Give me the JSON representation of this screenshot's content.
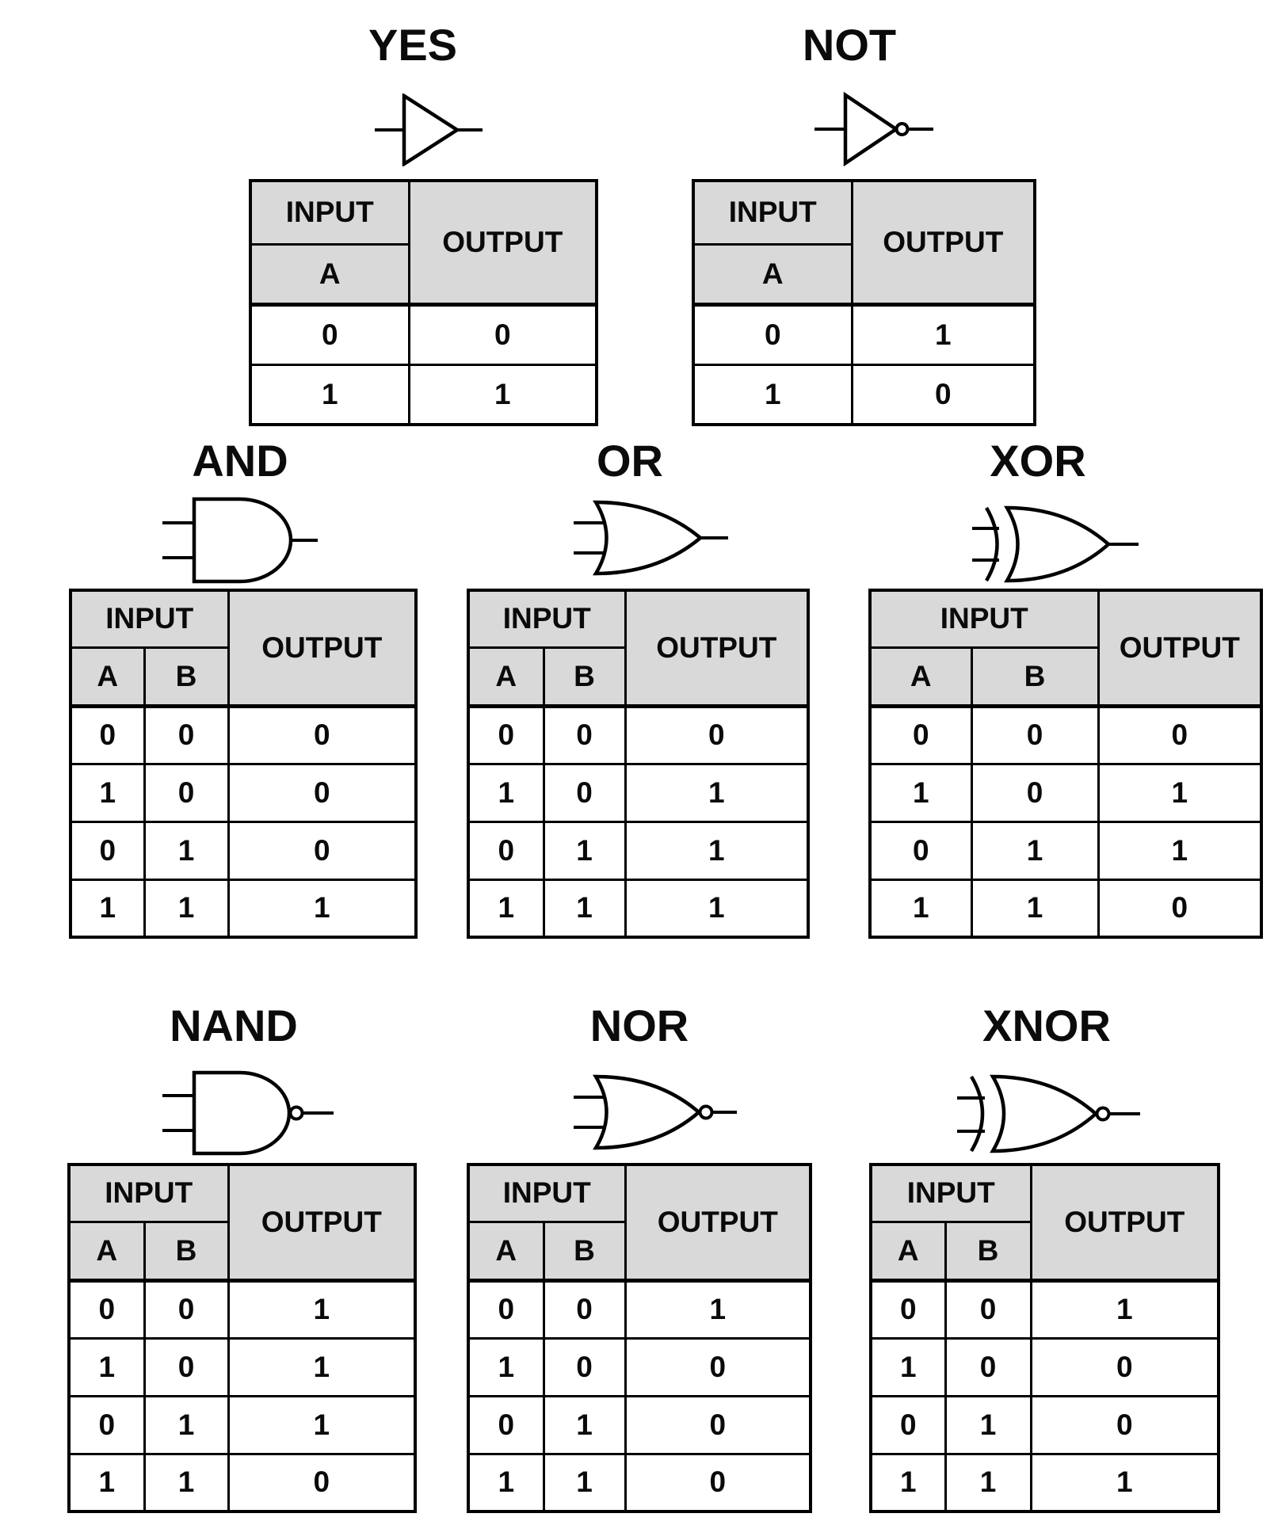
{
  "labels": {
    "input": "INPUT",
    "output": "OUTPUT"
  },
  "colors": {
    "header_bg": "#d9d9d9",
    "border": "#000000",
    "background": "#ffffff",
    "text": "#000000"
  },
  "gates": [
    {
      "name": "YES",
      "icon": "buffer-gate-icon",
      "inputs": [
        "A"
      ],
      "rows": [
        [
          "0",
          "0"
        ],
        [
          "1",
          "1"
        ]
      ]
    },
    {
      "name": "NOT",
      "icon": "not-gate-icon",
      "inputs": [
        "A"
      ],
      "rows": [
        [
          "0",
          "1"
        ],
        [
          "1",
          "0"
        ]
      ]
    },
    {
      "name": "AND",
      "icon": "and-gate-icon",
      "inputs": [
        "A",
        "B"
      ],
      "rows": [
        [
          "0",
          "0",
          "0"
        ],
        [
          "1",
          "0",
          "0"
        ],
        [
          "0",
          "1",
          "0"
        ],
        [
          "1",
          "1",
          "1"
        ]
      ]
    },
    {
      "name": "OR",
      "icon": "or-gate-icon",
      "inputs": [
        "A",
        "B"
      ],
      "rows": [
        [
          "0",
          "0",
          "0"
        ],
        [
          "1",
          "0",
          "1"
        ],
        [
          "0",
          "1",
          "1"
        ],
        [
          "1",
          "1",
          "1"
        ]
      ]
    },
    {
      "name": "XOR",
      "icon": "xor-gate-icon",
      "inputs": [
        "A",
        "B"
      ],
      "rows": [
        [
          "0",
          "0",
          "0"
        ],
        [
          "1",
          "0",
          "1"
        ],
        [
          "0",
          "1",
          "1"
        ],
        [
          "1",
          "1",
          "0"
        ]
      ]
    },
    {
      "name": "NAND",
      "icon": "nand-gate-icon",
      "inputs": [
        "A",
        "B"
      ],
      "rows": [
        [
          "0",
          "0",
          "1"
        ],
        [
          "1",
          "0",
          "1"
        ],
        [
          "0",
          "1",
          "1"
        ],
        [
          "1",
          "1",
          "0"
        ]
      ]
    },
    {
      "name": "NOR",
      "icon": "nor-gate-icon",
      "inputs": [
        "A",
        "B"
      ],
      "rows": [
        [
          "0",
          "0",
          "1"
        ],
        [
          "1",
          "0",
          "0"
        ],
        [
          "0",
          "1",
          "0"
        ],
        [
          "1",
          "1",
          "0"
        ]
      ]
    },
    {
      "name": "XNOR",
      "icon": "xnor-gate-icon",
      "inputs": [
        "A",
        "B"
      ],
      "rows": [
        [
          "0",
          "0",
          "1"
        ],
        [
          "1",
          "0",
          "0"
        ],
        [
          "0",
          "1",
          "0"
        ],
        [
          "1",
          "1",
          "1"
        ]
      ]
    }
  ]
}
